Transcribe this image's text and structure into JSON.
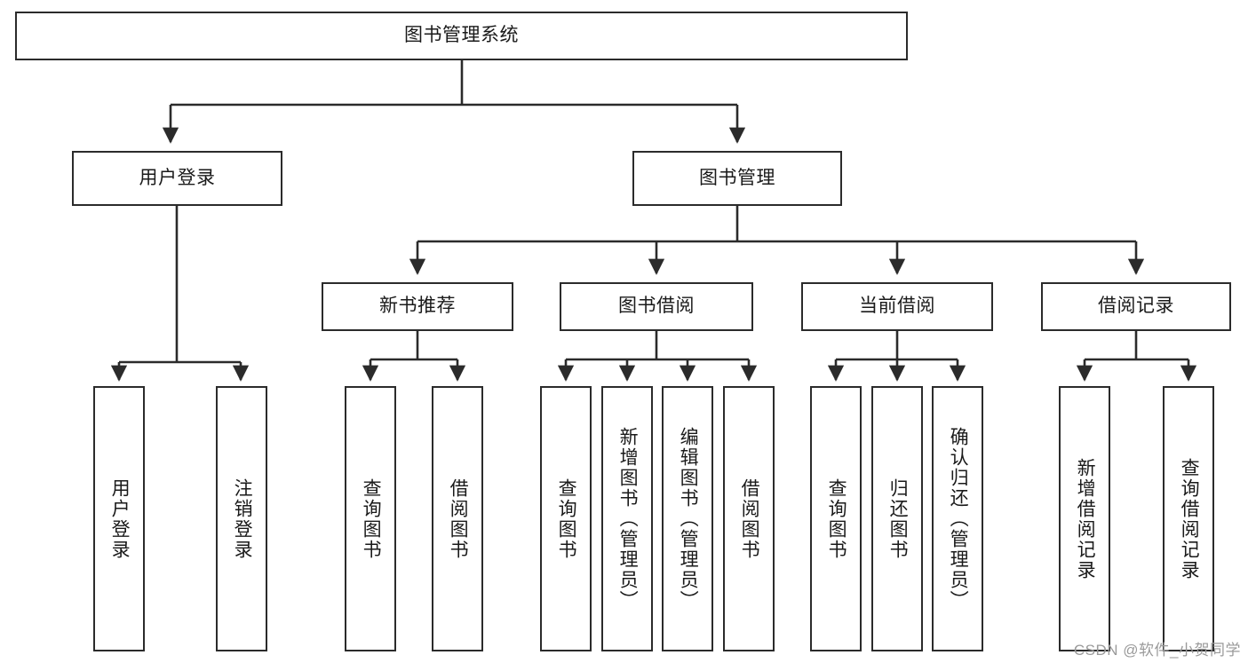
{
  "diagram": {
    "title": "图书管理系统",
    "type": "hierarchy-tree",
    "watermark": "CSDN @软件_小贺同学",
    "colors": {
      "box_border": "#2b2b2b",
      "box_fill": "#ffffff",
      "edge": "#2b2b2b",
      "text": "#1a1a1a",
      "watermark": "#9a9a9a",
      "background": "#ffffff"
    },
    "levels": {
      "root": {
        "label": "图书管理系统"
      },
      "level2": [
        {
          "id": "user-login",
          "label": "用户登录"
        },
        {
          "id": "book-manage",
          "label": "图书管理"
        }
      ],
      "level3": [
        {
          "id": "new-book-recommend",
          "label": "新书推荐"
        },
        {
          "id": "book-borrow",
          "label": "图书借阅"
        },
        {
          "id": "current-borrow",
          "label": "当前借阅"
        },
        {
          "id": "borrow-record",
          "label": "借阅记录"
        }
      ],
      "level4": {
        "user_login_children": [
          {
            "id": "leaf-user-login",
            "label": "用户登录"
          },
          {
            "id": "leaf-logout-login",
            "label": "注销登录"
          }
        ],
        "new_book_recommend_children": [
          {
            "id": "leaf-query-book-1",
            "label": "查询图书"
          },
          {
            "id": "leaf-borrow-book-1",
            "label": "借阅图书"
          }
        ],
        "book_borrow_children": [
          {
            "id": "leaf-query-book-2",
            "label": "查询图书"
          },
          {
            "id": "leaf-add-book",
            "label": "新增图书（管理员）"
          },
          {
            "id": "leaf-edit-book",
            "label": "编辑图书（管理员）"
          },
          {
            "id": "leaf-borrow-book-2",
            "label": "借阅图书"
          }
        ],
        "current_borrow_children": [
          {
            "id": "leaf-query-book-3",
            "label": "查询图书"
          },
          {
            "id": "leaf-return-book",
            "label": "归还图书"
          },
          {
            "id": "leaf-confirm-return",
            "label": "确认归还（管理员）"
          }
        ],
        "borrow_record_children": [
          {
            "id": "leaf-add-borrow-record",
            "label": "新增借阅记录"
          },
          {
            "id": "leaf-query-borrow-record",
            "label": "查询借阅记录"
          }
        ]
      }
    }
  }
}
